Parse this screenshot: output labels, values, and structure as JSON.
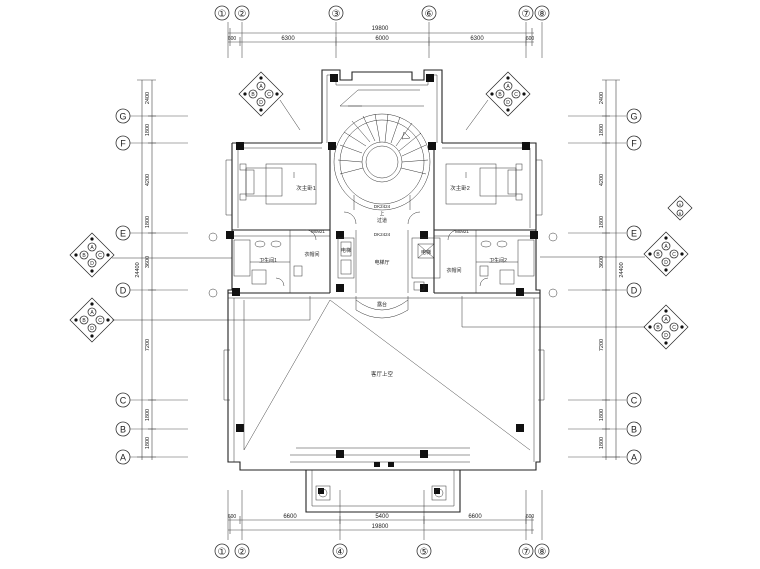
{
  "axes_top": [
    "①",
    "②",
    "③",
    "⑥",
    "⑦",
    "⑧"
  ],
  "axes_bottom": [
    "①",
    "②",
    "④",
    "⑤",
    "⑦",
    "⑧"
  ],
  "axes_left": [
    "G",
    "F",
    "E",
    "D",
    "C",
    "B",
    "A"
  ],
  "axes_right": [
    "G",
    "F",
    "E",
    "D",
    "C",
    "B",
    "A"
  ],
  "dims": {
    "top_total": "19800",
    "top_600_left": "600",
    "top_6300_left": "6300",
    "top_6000": "6000",
    "top_6300_right": "6300",
    "top_600_right": "600",
    "bottom_total": "19800",
    "bottom_600_left": "600",
    "bottom_6600_left": "6600",
    "bottom_5400": "5400",
    "bottom_6600_right": "6600",
    "bottom_600_right": "600",
    "v_2400": "2400",
    "v_1800a": "1800",
    "v_4200": "4200",
    "v_1800b": "1800",
    "v_3600": "3600",
    "v_7200": "7200",
    "v_1800c": "1800",
    "v_1800d": "1800",
    "v_total": "24400"
  },
  "rooms": {
    "master_bed_1": "次主卧1",
    "master_bed_2": "次主卧2",
    "wc_1": "卫生间1",
    "wc_2": "卫生间2",
    "closet_left": "衣帽间",
    "closet_right": "衣帽间",
    "hall": "客厅上空",
    "corridor": "过道",
    "elevator": "电梯厅",
    "elev_left": "电梯",
    "elev_right": "电梯",
    "balcony": "露台",
    "door_dk1": "DK2424",
    "door_dk2": "DK2424",
    "door_m1": "M0921",
    "door_m2": "M0921",
    "stair_up": "上"
  },
  "legend_letters": [
    "A",
    "B",
    "C",
    "D"
  ]
}
